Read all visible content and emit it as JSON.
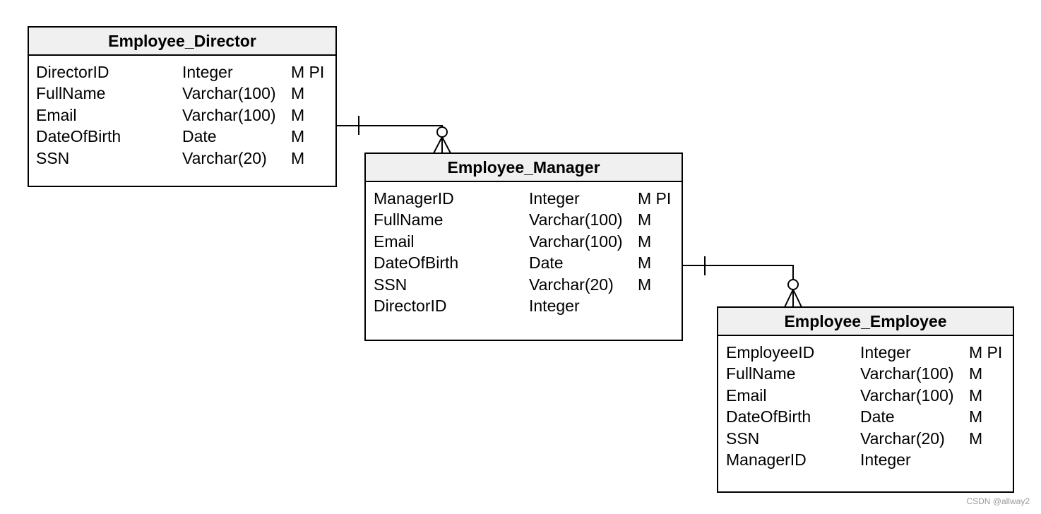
{
  "entities": [
    {
      "name": "Employee_Director",
      "attributes": [
        {
          "name": "DirectorID",
          "type": "Integer",
          "flags": "M PI"
        },
        {
          "name": "FullName",
          "type": "Varchar(100)",
          "flags": "M"
        },
        {
          "name": "Email",
          "type": "Varchar(100)",
          "flags": "M"
        },
        {
          "name": "DateOfBirth",
          "type": "Date",
          "flags": "M"
        },
        {
          "name": "SSN",
          "type": "Varchar(20)",
          "flags": "M"
        }
      ]
    },
    {
      "name": "Employee_Manager",
      "attributes": [
        {
          "name": "ManagerID",
          "type": "Integer",
          "flags": "M PI"
        },
        {
          "name": "FullName",
          "type": "Varchar(100)",
          "flags": "M"
        },
        {
          "name": "Email",
          "type": "Varchar(100)",
          "flags": "M"
        },
        {
          "name": "DateOfBirth",
          "type": "Date",
          "flags": "M"
        },
        {
          "name": "SSN",
          "type": "Varchar(20)",
          "flags": "M"
        },
        {
          "name": "DirectorID",
          "type": "Integer",
          "flags": ""
        }
      ]
    },
    {
      "name": "Employee_Employee",
      "attributes": [
        {
          "name": "EmployeeID",
          "type": "Integer",
          "flags": "M PI"
        },
        {
          "name": "FullName",
          "type": "Varchar(100)",
          "flags": "M"
        },
        {
          "name": "Email",
          "type": "Varchar(100)",
          "flags": "M"
        },
        {
          "name": "DateOfBirth",
          "type": "Date",
          "flags": "M"
        },
        {
          "name": "SSN",
          "type": "Varchar(20)",
          "flags": "M"
        },
        {
          "name": "ManagerID",
          "type": "Integer",
          "flags": ""
        }
      ]
    }
  ],
  "relationships": [
    {
      "from": "Employee_Director",
      "to": "Employee_Manager",
      "from_cardinality": "one",
      "to_cardinality": "zero-or-many"
    },
    {
      "from": "Employee_Manager",
      "to": "Employee_Employee",
      "from_cardinality": "one",
      "to_cardinality": "zero-or-many"
    }
  ],
  "watermark": "CSDN @allway2"
}
